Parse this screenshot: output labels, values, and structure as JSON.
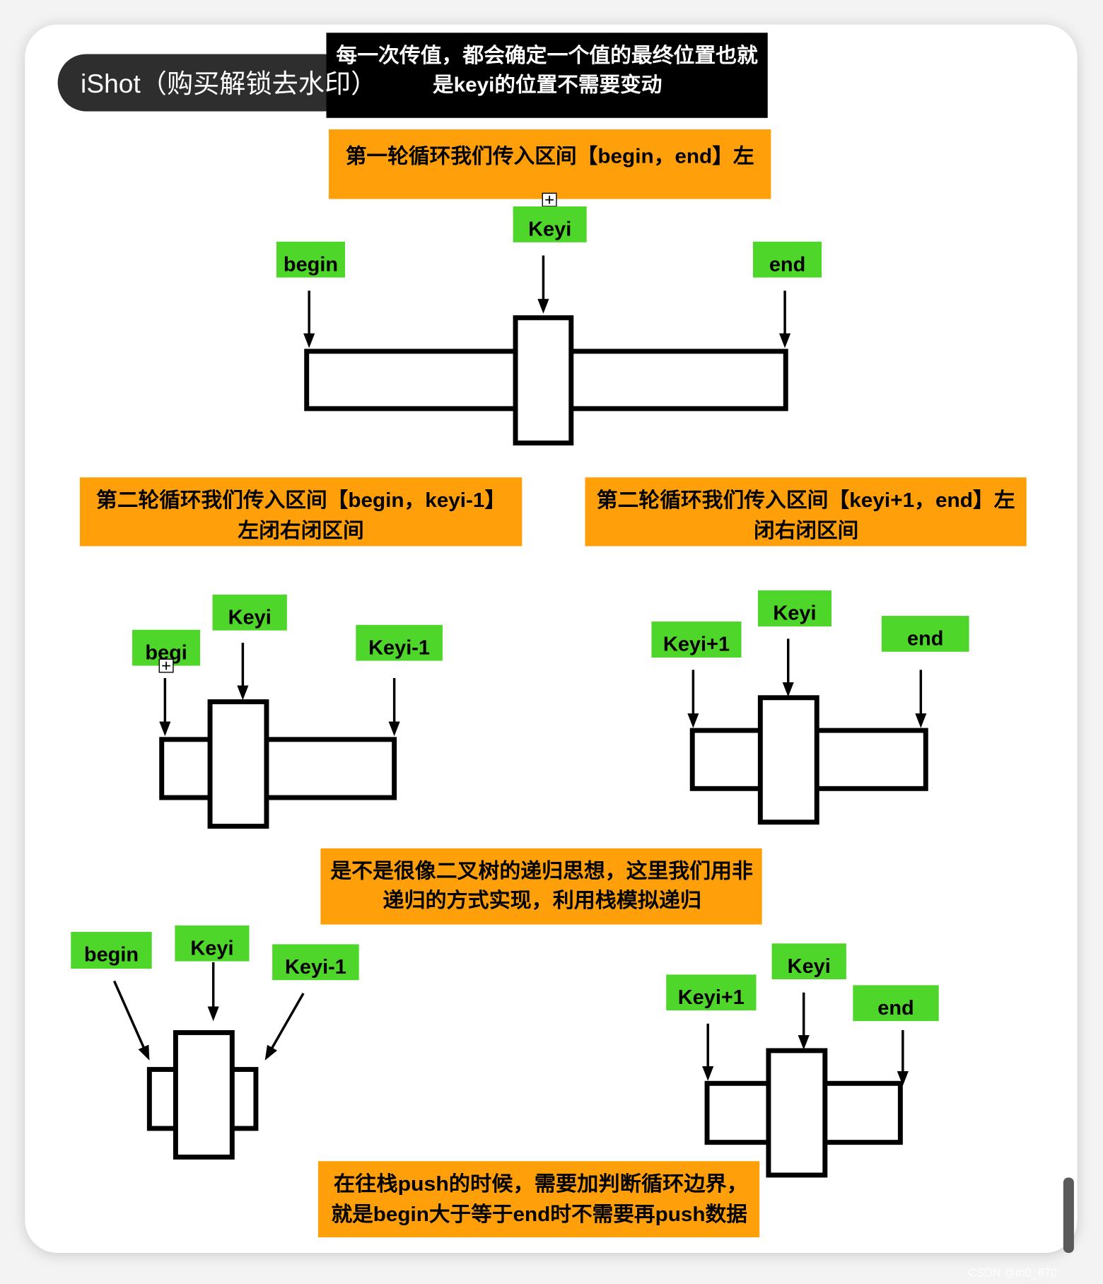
{
  "watermark": {
    "label": "iShot（购买解锁去水印）",
    "csdn": "CSDN @m0_670"
  },
  "header_note": {
    "lines": [
      "每一次传值，都会确定一个值的最终位置也就",
      "是keyi的位置不需要变动"
    ]
  },
  "round1": {
    "caption": "第一轮循环我们传入区间【begin，end】左",
    "labels": {
      "begin": "begin",
      "keyi": "Keyi",
      "end": "end"
    }
  },
  "round2_left": {
    "caption": [
      "第二轮循环我们传入区间【begin，keyi-1】",
      "左闭右闭区间"
    ],
    "labels": {
      "begin": "begi",
      "keyi": "Keyi",
      "end": "Keyi-1"
    }
  },
  "round2_right": {
    "caption": [
      "第二轮循环我们传入区间【keyi+1，end】左",
      "闭右闭区间"
    ],
    "labels": {
      "begin": "Keyi+1",
      "keyi": "Keyi",
      "end": "end"
    }
  },
  "note_recursion": {
    "lines": [
      "是不是很像二叉树的递归思想，这里我们用非",
      "递归的方式实现，利用栈模拟递归"
    ]
  },
  "round3_left": {
    "labels": {
      "begin": "begin",
      "keyi": "Keyi",
      "end": "Keyi-1"
    }
  },
  "round3_right": {
    "labels": {
      "begin": "Keyi+1",
      "keyi": "Keyi",
      "end": "end"
    }
  },
  "note_push": {
    "lines": [
      "在往栈push的时候，需要加判断循环边界，",
      "就是begin大于等于end时不需要再push数据"
    ]
  },
  "colors": {
    "caption_fill": "#FF9F0A",
    "label_fill": "#4FD62A",
    "note_fill": "#000000",
    "line_color": "#000000",
    "watermark_fill": "#2E2E2E",
    "page_background": "#F3F3F3"
  },
  "icons": {
    "expand_handle": "plus-box-icon"
  }
}
